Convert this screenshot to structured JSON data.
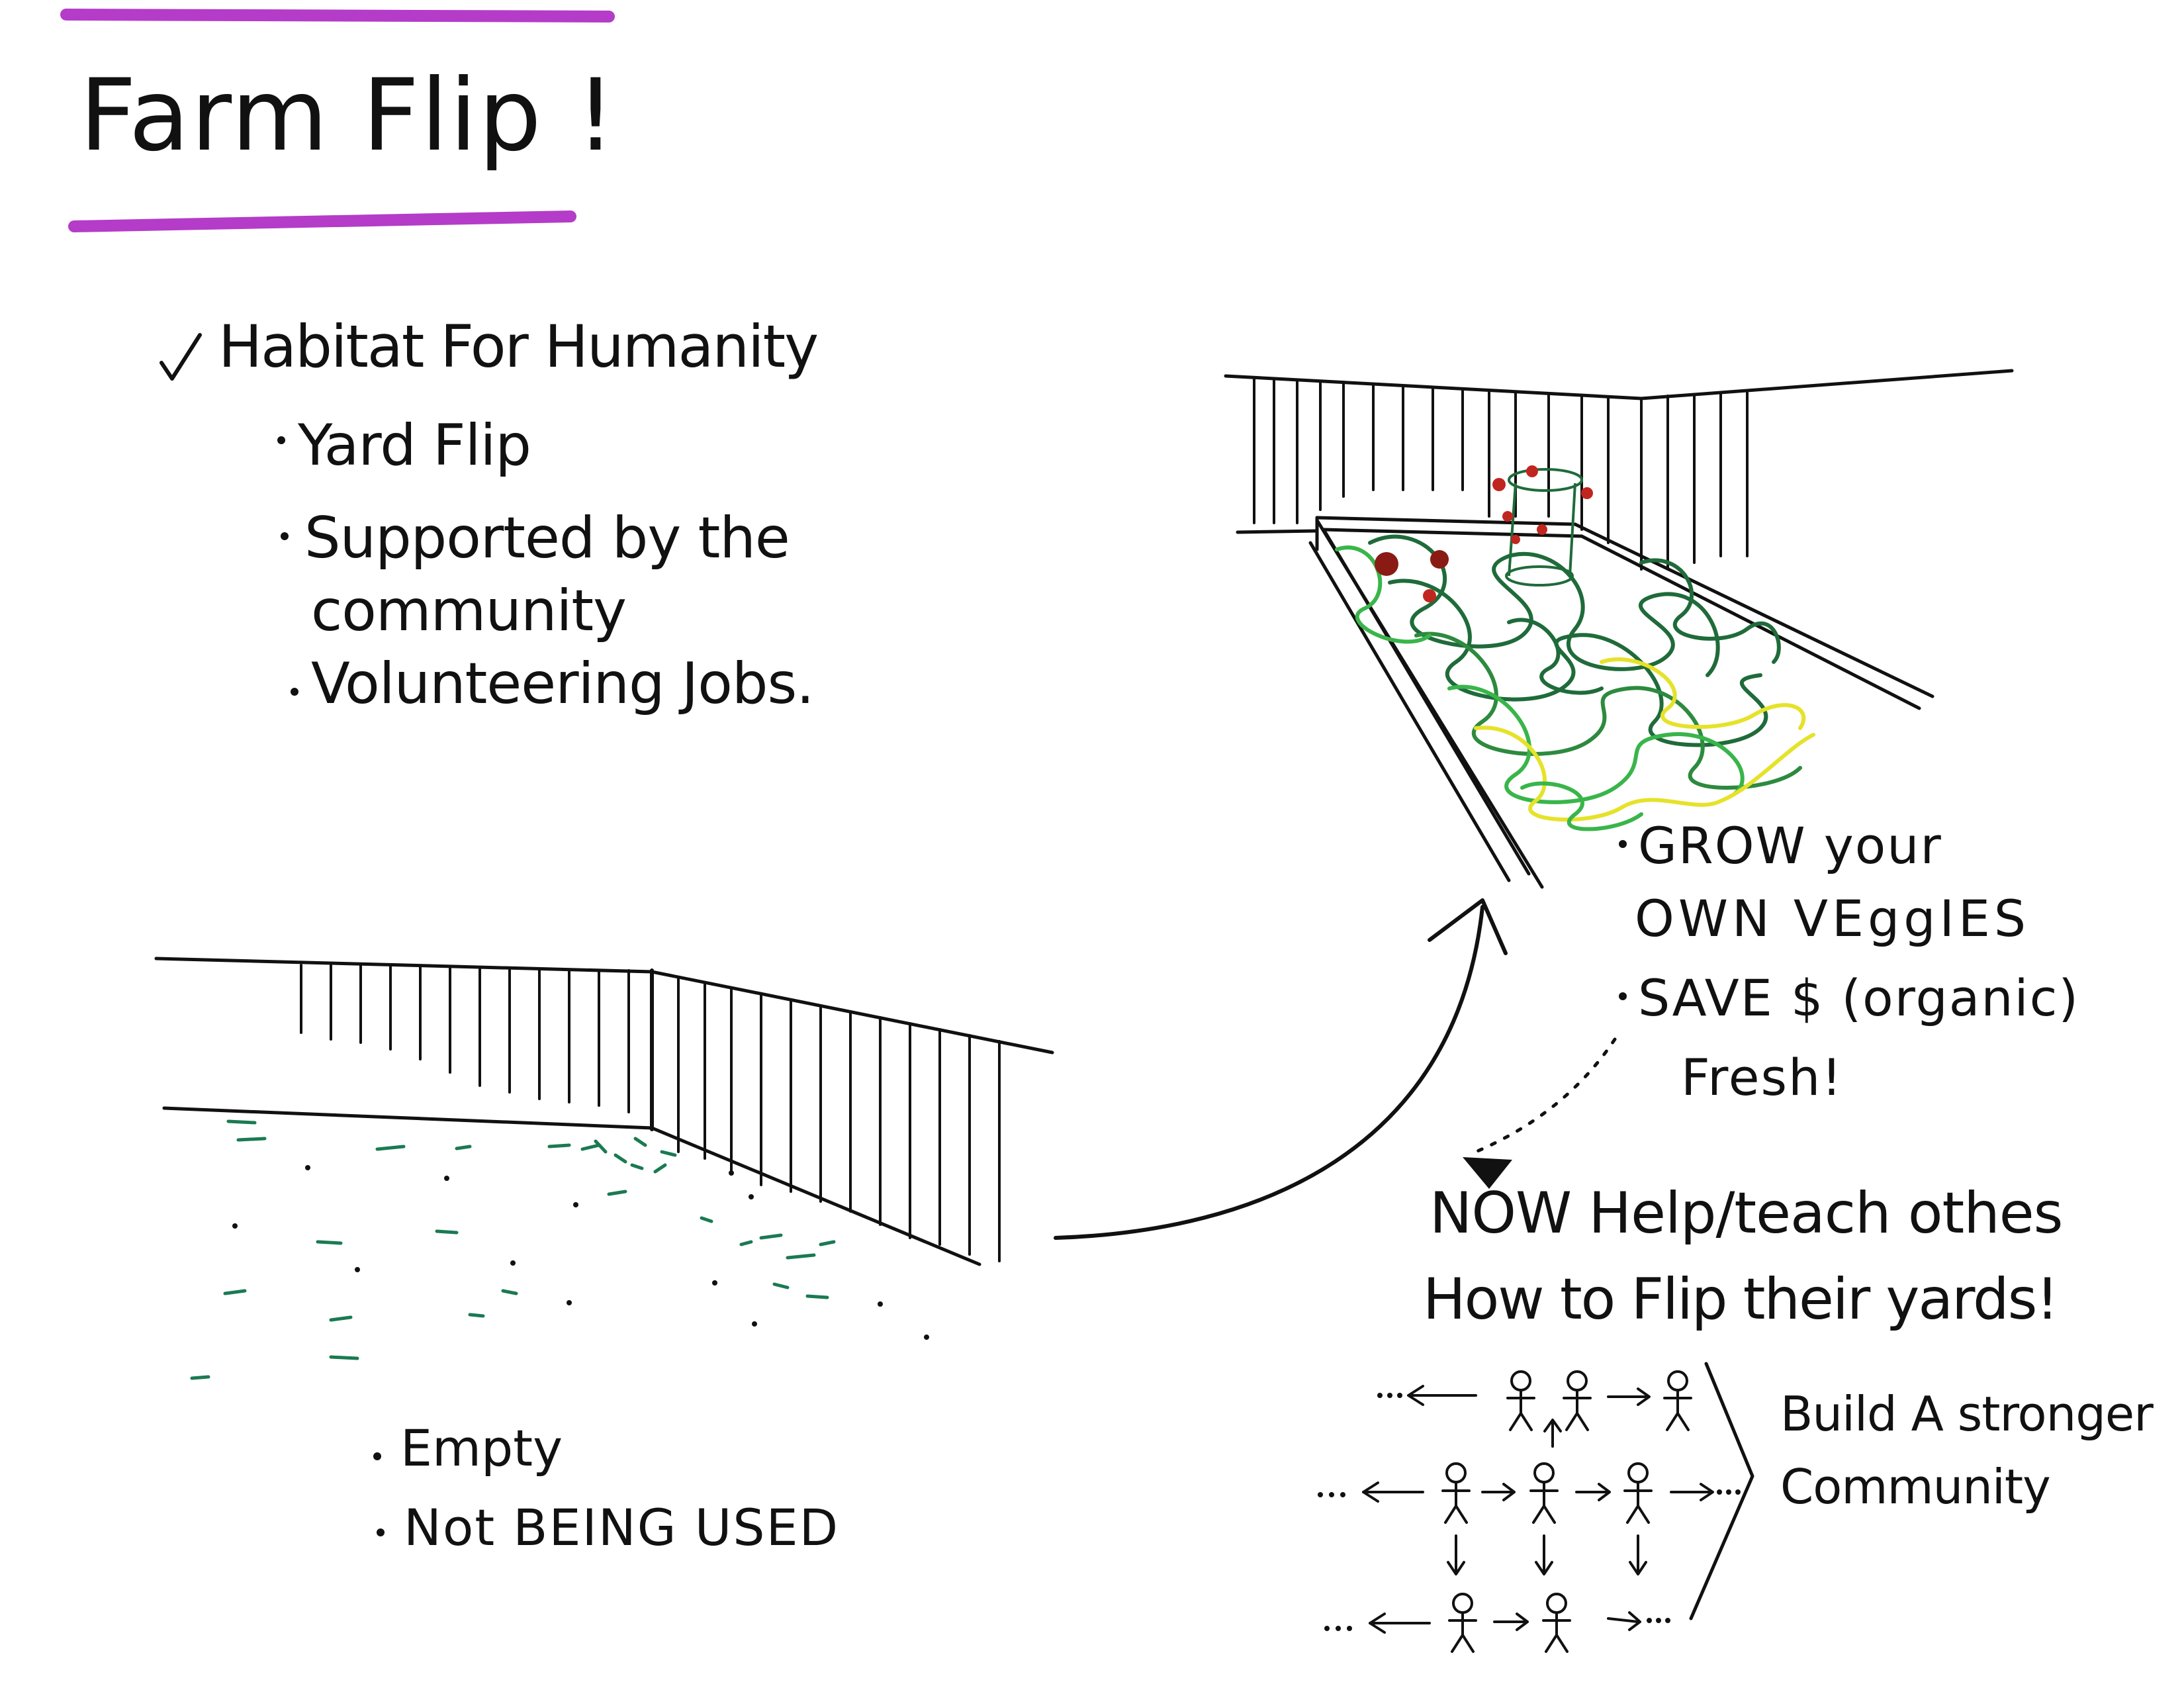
{
  "title": "Farm Flip !",
  "colors": {
    "ink": "#111111",
    "accent_purple": "#b43cc8",
    "grass_dark": "#1f6b3a",
    "grass_light": "#39b54a",
    "grass_yellow": "#e6e22a",
    "tomato_red": "#c0261f",
    "weed_green": "#1a7a52"
  },
  "check_heading": "Habitat For Humanity",
  "bullets": [
    "Yard Flip",
    "Supported by the",
    "community",
    "Volunteering Jobs."
  ],
  "garden_benefits": [
    "GROW your",
    "OWN VEggIES",
    "SAVE $ (organic)",
    "Fresh!"
  ],
  "help_text": [
    "NOW Help/teach othes",
    "How to Flip their yards!"
  ],
  "community_text": [
    "Build A stronger",
    "Community"
  ],
  "empty_yard": [
    "Empty",
    "Not BEING USED"
  ]
}
